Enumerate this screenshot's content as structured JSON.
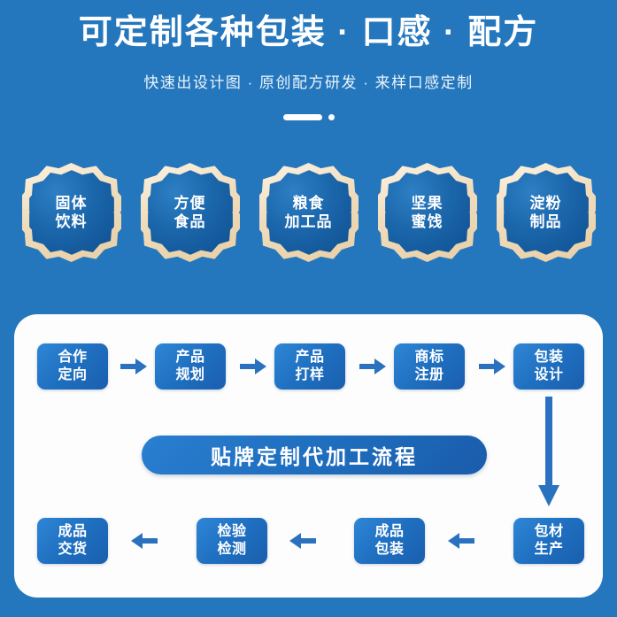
{
  "header": {
    "title": "可定制各种包装 · 口感 · 配方",
    "subtitle": "快速出设计图 · 原创配方研发 · 来样口感定制",
    "decoration": "pill-and-dot"
  },
  "colors": {
    "page_background": "#2577bd",
    "card_background": "#fdfdfd",
    "box_blue": "#1f6fc0",
    "badge_ring_gold": "#f0dcbc",
    "badge_fill_blue": "#1b66ab",
    "arrow_blue": "#2a72bf",
    "text_white": "#ffffff"
  },
  "badges": [
    {
      "line1": "固体",
      "line2": "饮料"
    },
    {
      "line1": "方便",
      "line2": "食品"
    },
    {
      "line1": "粮食",
      "line2": "加工品"
    },
    {
      "line1": "坚果",
      "line2": "蜜饯"
    },
    {
      "line1": "淀粉",
      "line2": "制品"
    }
  ],
  "flow": {
    "banner_label": "贴牌定制代加工流程",
    "top_row": [
      {
        "line1": "合作",
        "line2": "定向"
      },
      {
        "line1": "产品",
        "line2": "规划"
      },
      {
        "line1": "产品",
        "line2": "打样"
      },
      {
        "line1": "商标",
        "line2": "注册"
      },
      {
        "line1": "包装",
        "line2": "设计"
      }
    ],
    "bottom_row": [
      {
        "line1": "成品",
        "line2": "交货"
      },
      {
        "line1": "检验",
        "line2": "检测"
      },
      {
        "line1": "成品",
        "line2": "包装"
      },
      {
        "line1": "包材",
        "line2": "生产"
      }
    ],
    "arrow_right_icon": "arrow-right-icon",
    "arrow_left_icon": "arrow-left-icon",
    "arrow_down_icon": "arrow-down-icon"
  }
}
